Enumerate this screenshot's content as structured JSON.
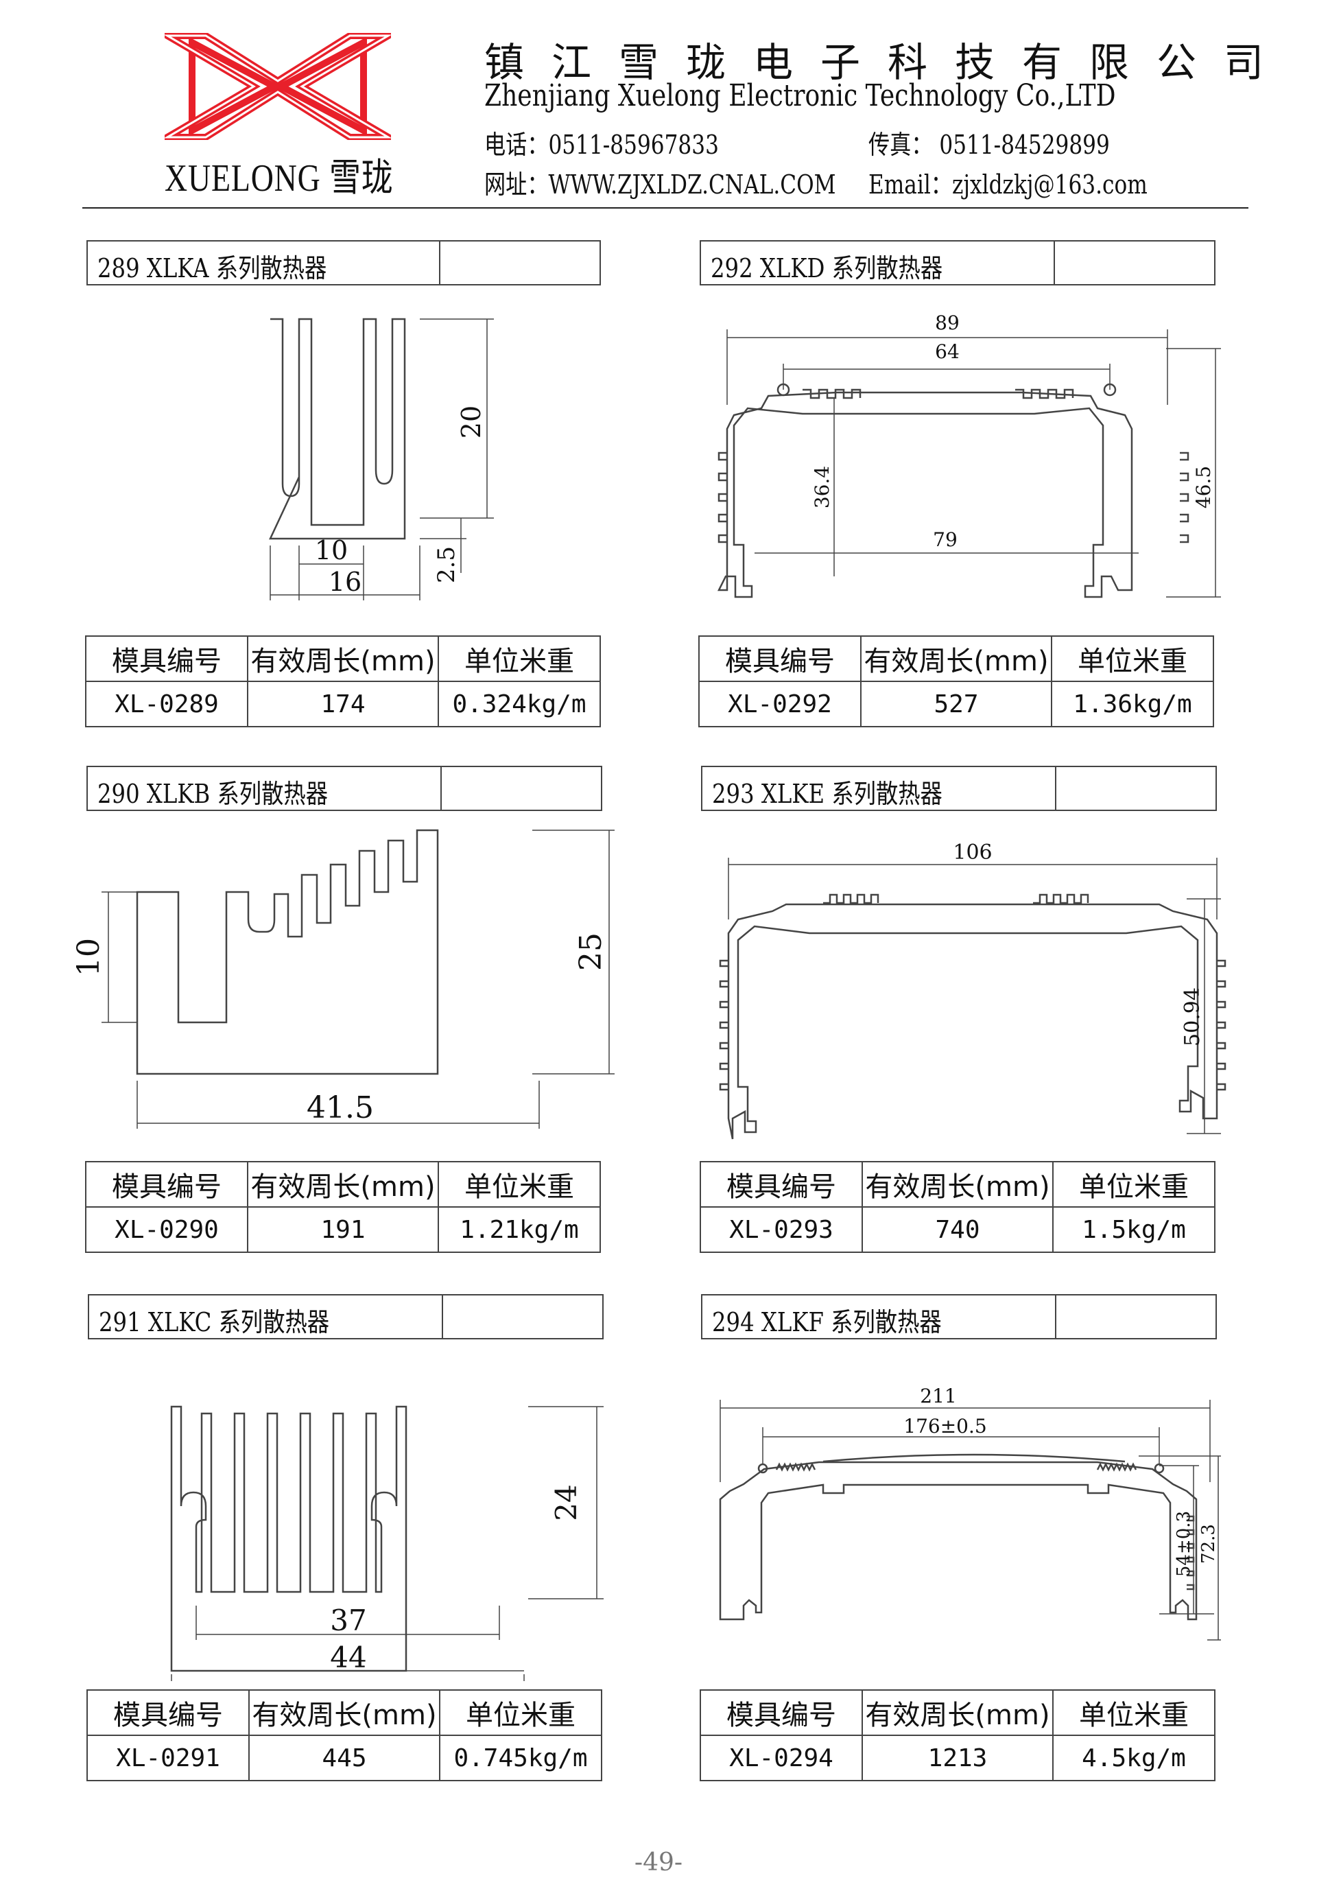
{
  "header": {
    "brand": "XUELONG 雪珑",
    "company_cn": "镇江雪珑电子科技有限公司",
    "company_en": "Zhenjiang Xuelong Electronic Technology Co.,LTD",
    "phone": "电话：0511-85967833",
    "fax": "传真：  0511-84529899",
    "website": "网址：WWW.ZJXLDZ.CNAL.COM",
    "email": "Email：zjxldzkj@163.com",
    "logo_color": "#e8202a"
  },
  "table_headers": [
    "模具编号",
    "有效周长(mm)",
    "单位米重"
  ],
  "products": [
    {
      "title": "289 XLKA 系列散热器",
      "mold": "XL-0289",
      "perimeter": "174",
      "weight": "0.324kg/m",
      "dims": {
        "d1": "20",
        "d2": "10",
        "d3": "2.5",
        "d4": "16"
      }
    },
    {
      "title": "290 XLKB 系列散热器",
      "mold": "XL-0290",
      "perimeter": "191",
      "weight": "1.21kg/m",
      "dims": {
        "d1": "10",
        "d2": "25",
        "d3": "41.5"
      }
    },
    {
      "title": "291 XLKC 系列散热器",
      "mold": "XL-0291",
      "perimeter": "445",
      "weight": "0.745kg/m",
      "dims": {
        "d1": "24",
        "d2": "37",
        "d3": "44"
      }
    },
    {
      "title": "292 XLKD 系列散热器",
      "mold": "XL-0292",
      "perimeter": "527",
      "weight": "1.36kg/m",
      "dims": {
        "d1": "89",
        "d2": "64",
        "d3": "36.4",
        "d4": "79",
        "d5": "46.5"
      }
    },
    {
      "title": "293 XLKE 系列散热器",
      "mold": "XL-0293",
      "perimeter": "740",
      "weight": "1.5kg/m",
      "dims": {
        "d1": "106",
        "d2": "50.94"
      }
    },
    {
      "title": "294 XLKF 系列散热器",
      "mold": "XL-0294",
      "perimeter": "1213",
      "weight": "4.5kg/m",
      "dims": {
        "d1": "211",
        "d2": "176±0.5",
        "d3": "54±0.3",
        "d4": "72.3"
      }
    }
  ],
  "page_number": "-49-"
}
